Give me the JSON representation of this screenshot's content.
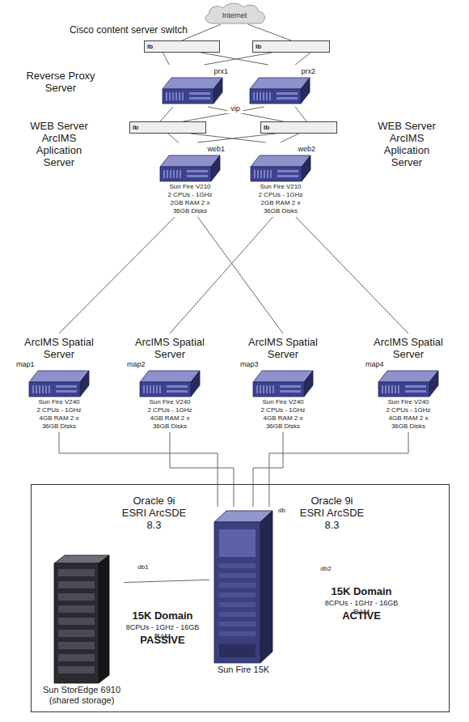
{
  "diagram": {
    "nodes": [
      {
        "text": [
          "Internet"
        ]
      },
      {
        "text": [
          "lb"
        ]
      },
      {
        "text": [
          "lb"
        ]
      },
      {
        "text": [
          "prx1"
        ]
      },
      {
        "text": [
          "prx2"
        ]
      },
      {
        "text": [
          "lb"
        ]
      },
      {
        "text": [
          "lb"
        ]
      },
      {
        "text": [
          "web1",
          "Sun Fire V210 2 CPUs - 1GHz 2GB RAM 2 x 36GB Disks"
        ]
      },
      {
        "text": [
          "web2",
          "Sun Fire V210 2 CPUs - 1GHz 2GB RAM 2 x 36GB Disks"
        ]
      },
      {
        "text": [
          "ArcIMS Spatial Server",
          "map1",
          "Sun Fire V240 2 CPUs - 1GHz 4GB RAM 2 x 36GB Disks"
        ]
      },
      {
        "text": [
          "ArcIMS Spatial Server",
          "map2",
          "Sun Fire V240 2 CPUs - 1GHz 4GB RAM 2 x 36GB Disks"
        ]
      },
      {
        "text": [
          "ArcIMS Spatial Server",
          "map3",
          "Sun Fire V240 2 CPUs - 1GHz 4GB RAM 2 x 36GB Disks"
        ]
      },
      {
        "text": [
          "ArcIMS Spatial Server",
          "map4",
          "Sun Fire V240 2 CPUs - 1GHz 4GB RAM 2 x 36GB Disks"
        ]
      },
      {
        "text": [
          "Oracle 9i ESRI ArcSDE 8.3",
          "Oracle 9i ESRI ArcSDE 8.3",
          "15K Domain",
          "8CPUs - 1GHz - 16GB RAM",
          "PASSIVE",
          "15K Domain",
          "8CPUs - 1GHz - 16GB RAM",
          "ACTIVE"
        ]
      },
      {
        "text": [
          "Sun StorEdge 6910 (shared storage)"
        ],
        "in": 13
      },
      {
        "text": [
          "Sun Fire 15K"
        ],
        "in": 13
      }
    ],
    "edges": [
      {
        "from": 0,
        "to": 1,
        "arrow": "none"
      },
      {
        "from": 0,
        "to": 2,
        "arrow": "none"
      },
      {
        "from": 1,
        "to": 3,
        "arrow": "none"
      },
      {
        "from": 1,
        "to": 4,
        "arrow": "none"
      },
      {
        "from": 2,
        "to": 3,
        "arrow": "none"
      },
      {
        "from": 2,
        "to": 4,
        "arrow": "none"
      },
      {
        "from": 3,
        "to": 5,
        "arrow": "none"
      },
      {
        "from": 3,
        "to": 6,
        "arrow": "none"
      },
      {
        "from": 4,
        "to": 5,
        "arrow": "none"
      },
      {
        "from": 4,
        "to": 6,
        "arrow": "none"
      },
      {
        "from": 5,
        "to": 7,
        "arrow": "none"
      },
      {
        "from": 5,
        "to": 8,
        "arrow": "none"
      },
      {
        "from": 6,
        "to": 7,
        "arrow": "none"
      },
      {
        "from": 6,
        "to": 8,
        "arrow": "none"
      },
      {
        "from": 7,
        "to": 9,
        "arrow": "none"
      },
      {
        "from": 7,
        "to": 11,
        "arrow": "none"
      },
      {
        "from": 8,
        "to": 10,
        "arrow": "none"
      },
      {
        "from": 8,
        "to": 12,
        "arrow": "none"
      },
      {
        "from": 9,
        "to": 15,
        "arrow": "none"
      },
      {
        "from": 10,
        "to": 15,
        "arrow": "none"
      },
      {
        "from": 11,
        "to": 15,
        "arrow": "none"
      },
      {
        "from": 12,
        "to": 15,
        "arrow": "none"
      },
      {
        "from": 15,
        "to": 14,
        "arrow": "none"
      }
    ],
    "labels": [
      "Cisco content server switch",
      "Reverse Proxy Server",
      "vip",
      "WEB Server ArcIMS Aplication Server",
      "WEB Server ArcIMS Aplication Server",
      "db",
      "db1",
      "db2"
    ]
  }
}
